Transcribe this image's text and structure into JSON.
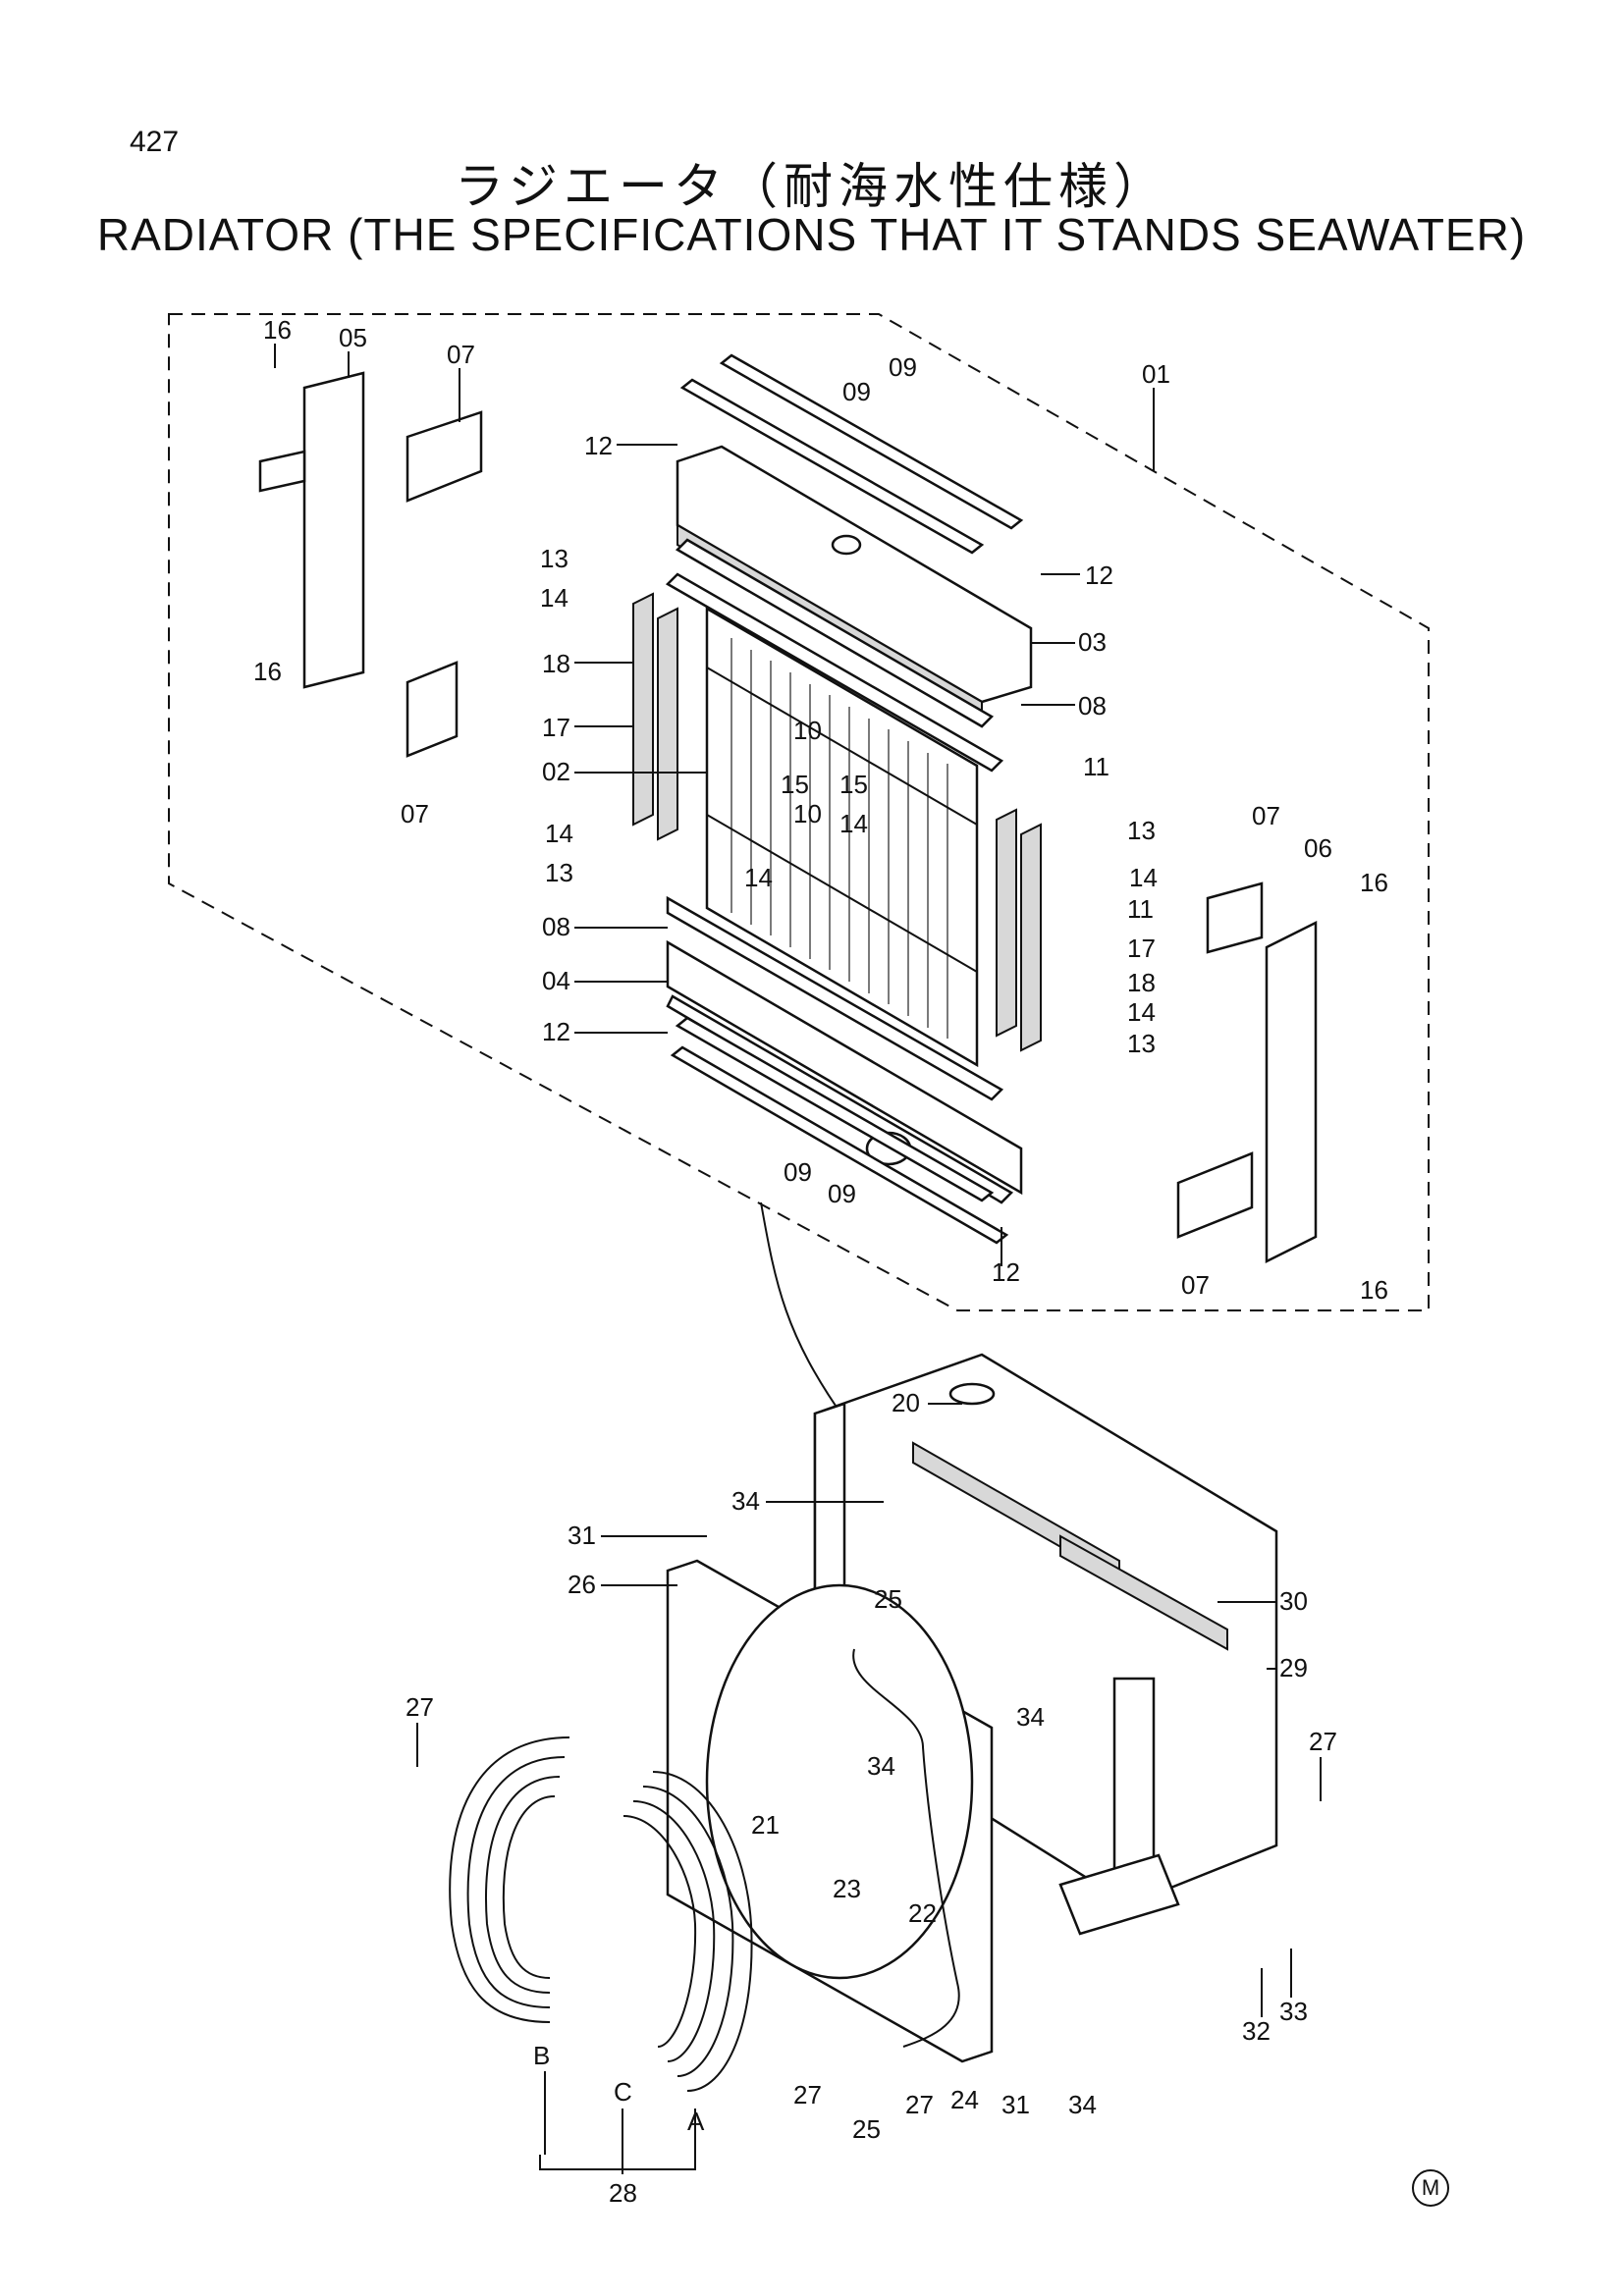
{
  "page_number": "427",
  "title_jp": "ラジエータ（耐海水性仕様）",
  "title_en": "RADIATOR (THE SPECIFICATIONS THAT IT STANDS SEAWATER)",
  "corner_mark": "M",
  "callouts": {
    "c16a": "16",
    "c05": "05",
    "c07a": "07",
    "c09a": "09",
    "c09b": "09",
    "c01": "01",
    "c12a": "12",
    "c13a": "13",
    "c14a": "14",
    "c12b": "12",
    "c03": "03",
    "c16b": "16",
    "c18a": "18",
    "c08a": "08",
    "c10a": "10",
    "c17a": "17",
    "c11a": "11",
    "c02": "02",
    "c15a": "15",
    "c15b": "15",
    "c07b": "07",
    "c14b": "14",
    "c13b": "13",
    "c10b": "10",
    "c14c": "14",
    "c13c": "13",
    "c14d": "14",
    "c07c": "07",
    "c06": "06",
    "c16c": "16",
    "c11b": "11",
    "c08b": "08",
    "c17b": "17",
    "c04": "04",
    "c18b": "18",
    "c14e": "14",
    "c12c": "12",
    "c13d": "13",
    "c09c": "09",
    "c09d": "09",
    "c12d": "12",
    "c07d": "07",
    "c16d": "16",
    "c20": "20",
    "c34a": "34",
    "c31a": "31",
    "c26": "26",
    "c25a": "25",
    "c30": "30",
    "c29": "29",
    "c34b": "34",
    "c27a": "27",
    "c34c": "34",
    "c27b": "27",
    "c21": "21",
    "c23": "23",
    "c22": "22",
    "c32": "32",
    "c33": "33",
    "cB": "B",
    "cC": "C",
    "cA": "A",
    "c27c": "27",
    "c25b": "25",
    "c27d": "27",
    "c24": "24",
    "c31b": "31",
    "c34d": "34",
    "c28": "28"
  }
}
